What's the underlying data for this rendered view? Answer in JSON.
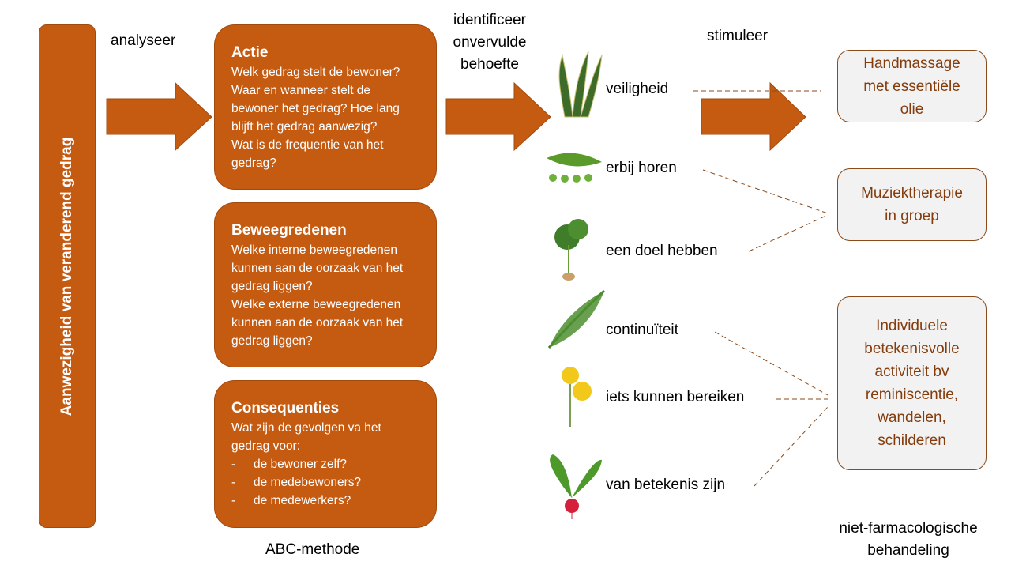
{
  "left_bar": "Aanwezigheid van veranderend gedrag",
  "steps": {
    "analyse": "analyseer",
    "identify": "identificeer\nonvervulde\nbehoefte",
    "stimulate": "stimuleer"
  },
  "abc": {
    "caption": "ABC-methode",
    "actie": {
      "title": "Actie",
      "body": "Welk gedrag stelt de bewoner?\nWaar en wanneer stelt de\nbewoner het gedrag? Hoe lang\nblijft het gedrag aanwezig?\nWat is de frequentie van het\ngedrag?"
    },
    "beweegredenen": {
      "title": "Beweegredenen",
      "body": "Welke interne beweegredenen\nkunnen aan de oorzaak van het\ngedrag liggen?\nWelke externe beweegredenen\nkunnen aan de oorzaak van het\ngedrag liggen?"
    },
    "consequenties": {
      "title": "Consequenties",
      "body": "Wat zijn de gevolgen va het\ngedrag voor:",
      "items": [
        "de bewoner zelf?",
        "de medebewoners?",
        "de medewerkers?"
      ],
      "bullet": "-"
    }
  },
  "needs": [
    {
      "label": "veiligheid",
      "icon": "snake-plant-icon"
    },
    {
      "label": "erbij horen",
      "icon": "pea-pod-icon"
    },
    {
      "label": "een doel hebben",
      "icon": "parsley-root-icon"
    },
    {
      "label": "continuïteit",
      "icon": "fern-icon"
    },
    {
      "label": "iets kunnen bereiken",
      "icon": "dandelion-icon"
    },
    {
      "label": "van betekenis zijn",
      "icon": "radish-icon"
    }
  ],
  "treatments": {
    "caption": "niet-farmacologische\nbehandeling",
    "items": [
      "Handmassage\nmet essentiële\nolie",
      "Muziektherapie\nin groep",
      "Individuele\nbetekenisvolle\nactiviteit bv\nreminiscentie,\nwandelen,\nschilderen"
    ]
  },
  "colors": {
    "primary": "#C55A11",
    "treatment_text": "#843C0C",
    "treatment_bg": "#F2F2F2"
  }
}
